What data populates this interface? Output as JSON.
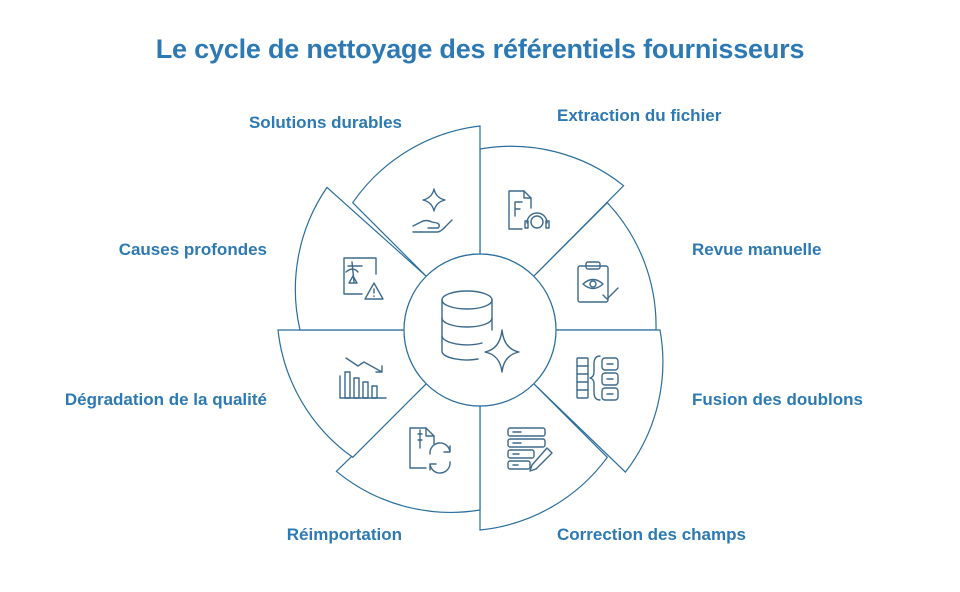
{
  "title": "Le cycle de nettoyage des référentiels fournisseurs",
  "steps": [
    {
      "label": "Extraction du fichier",
      "icon": "file-headset-icon"
    },
    {
      "label": "Revue manuelle",
      "icon": "clipboard-eye-icon"
    },
    {
      "label": "Fusion des doublons",
      "icon": "merge-records-icon"
    },
    {
      "label": "Correction des champs",
      "icon": "server-edit-icon"
    },
    {
      "label": "Réimportation",
      "icon": "file-refresh-icon"
    },
    {
      "label": "Dégradation de la qualité",
      "icon": "declining-chart-icon"
    },
    {
      "label": "Causes profondes",
      "icon": "warning-analysis-icon"
    },
    {
      "label": "Solutions durables",
      "icon": "hand-sparkle-icon"
    }
  ],
  "center_icon": "database-sparkle-icon",
  "colors": {
    "accent": "#2d79b3",
    "stroke": "#2a6e9e",
    "icon": "#3d6a8c"
  }
}
